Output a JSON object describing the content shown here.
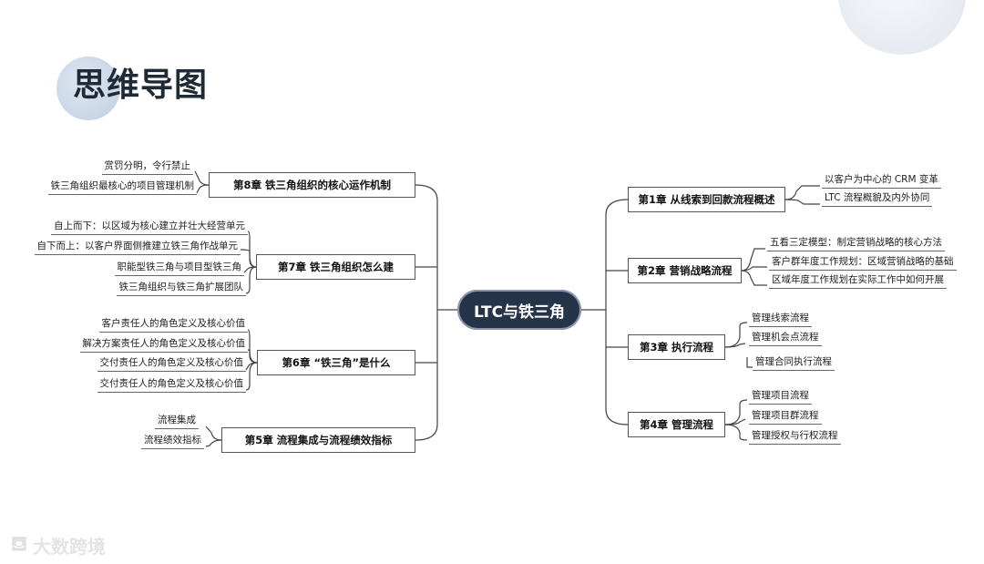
{
  "title": "思维导图",
  "center": "LTC与铁三角",
  "left": [
    {
      "chapter": "第8章 铁三角组织的核心运作机制",
      "items": [
        "赏罚分明，令行禁止",
        "铁三角组织最核心的项目管理机制"
      ]
    },
    {
      "chapter": "第7章 铁三角组织怎么建",
      "items": [
        "自上而下：以区域为核心建立并壮大经营单元",
        "自下而上：以客户界面侧推建立铁三角作战单元",
        "职能型铁三角与项目型铁三角",
        "铁三角组织与铁三角扩展团队"
      ]
    },
    {
      "chapter": "第6章 “铁三角”是什么",
      "items": [
        "客户责任人的角色定义及核心价值",
        "解决方案责任人的角色定义及核心价值",
        "交付责任人的角色定义及核心价值",
        "交付责任人的角色定义及核心价值"
      ]
    },
    {
      "chapter": "第5章 流程集成与流程绩效指标",
      "items": [
        "流程集成",
        "流程绩效指标"
      ]
    }
  ],
  "right": [
    {
      "chapter": "第1章 从线索到回款流程概述",
      "items": [
        "以客户为中心的 CRM 变革",
        "LTC 流程概貌及内外协同"
      ]
    },
    {
      "chapter": "第2章 营销战略流程",
      "items": [
        "五看三定模型：制定营销战略的核心方法",
        "客户群年度工作规划：区域营销战略的基础",
        "区域年度工作规划在实际工作中如何开展"
      ]
    },
    {
      "chapter": "第3章 执行流程",
      "items": [
        "管理线索流程",
        "管理机会点流程",
        "管理合同执行流程"
      ]
    },
    {
      "chapter": "第4章 管理流程",
      "items": [
        "管理项目流程",
        "管理项目群流程",
        "管理授权与行权流程"
      ]
    }
  ],
  "watermark": "大数跨境"
}
